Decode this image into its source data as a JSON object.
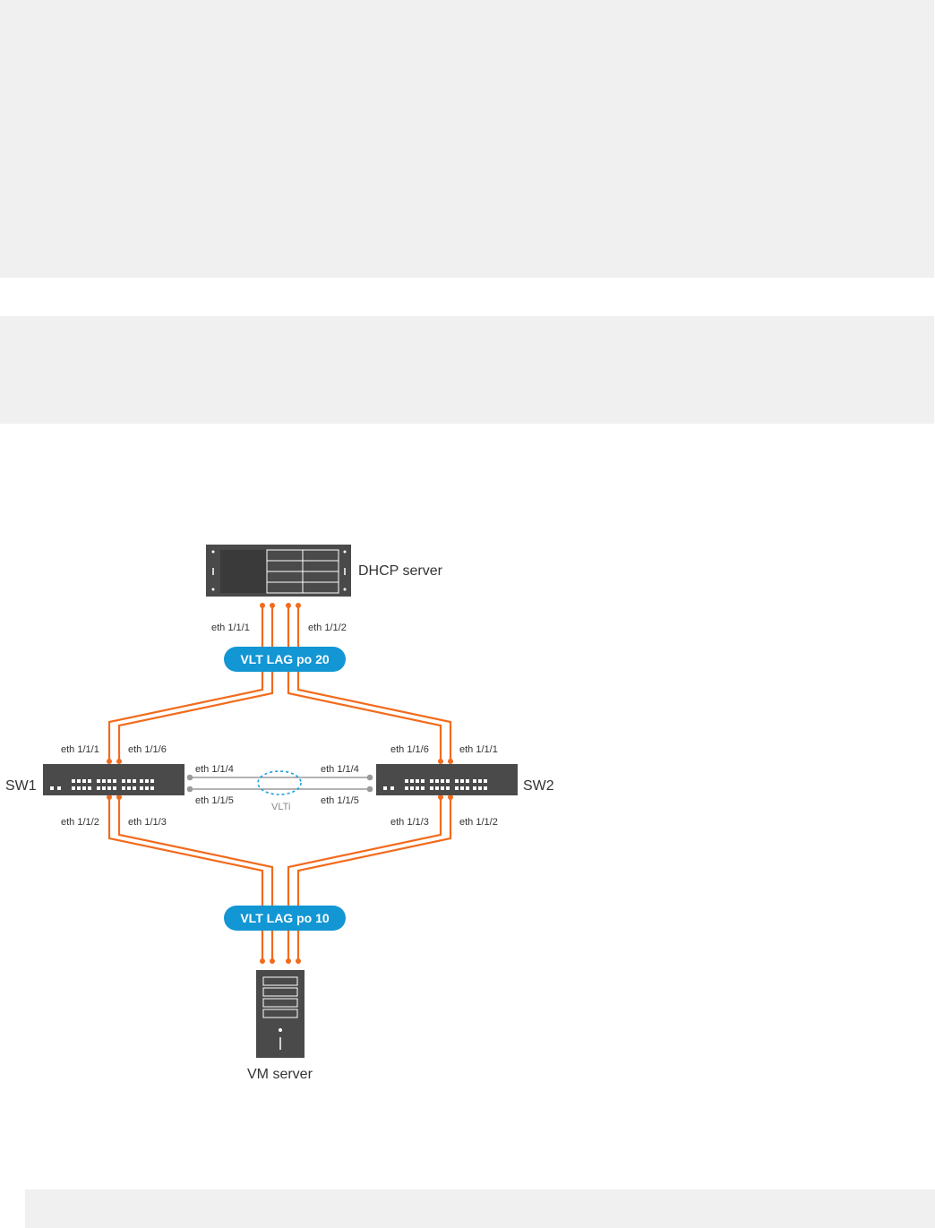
{
  "code_blocks": [
    {
      "id": "code-block-1",
      "text": ""
    },
    {
      "id": "code-block-2",
      "text": ""
    },
    {
      "id": "code-block-3",
      "text": ""
    }
  ],
  "diagram": {
    "devices": {
      "dhcp_server": "DHCP server",
      "sw1": "SW1",
      "sw2": "SW2",
      "vm_server": "VM server"
    },
    "lags": {
      "top": "VLT LAG po 20",
      "bottom": "VLT LAG po 10"
    },
    "vlti_label": "VLTi",
    "ports": {
      "dhcp_left": "eth 1/1/1",
      "dhcp_right": "eth 1/1/2",
      "sw1_top_left": "eth 1/1/1",
      "sw1_top_right": "eth 1/1/6",
      "sw1_bottom_left": "eth 1/1/2",
      "sw1_bottom_right": "eth 1/1/3",
      "sw1_vlti_top": "eth 1/1/4",
      "sw1_vlti_bottom": "eth 1/1/5",
      "sw2_vlti_top": "eth 1/1/4",
      "sw2_vlti_bottom": "eth 1/1/5",
      "sw2_top_left": "eth 1/1/6",
      "sw2_top_right": "eth 1/1/1",
      "sw2_bottom_left": "eth 1/1/3",
      "sw2_bottom_right": "eth 1/1/2"
    },
    "colors": {
      "link": "#f26b1d",
      "lag_pill": "#1296d4",
      "device": "#4a4a4a",
      "vlti_link": "#9a9a9a",
      "vlti_ring": "#1aa0e0"
    }
  }
}
